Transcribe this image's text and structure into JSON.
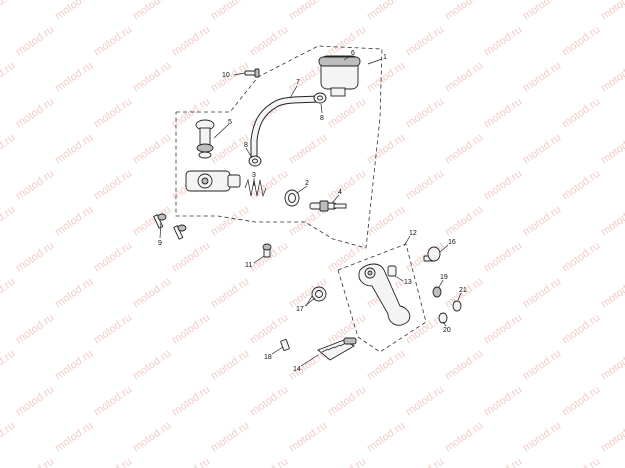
{
  "watermark": "motod.ru",
  "labels": [
    "1",
    "2",
    "3",
    "4",
    "5",
    "6",
    "7",
    "8",
    "8",
    "9",
    "10",
    "11",
    "12",
    "13",
    "14",
    "16",
    "17",
    "18",
    "19",
    "20",
    "21"
  ]
}
